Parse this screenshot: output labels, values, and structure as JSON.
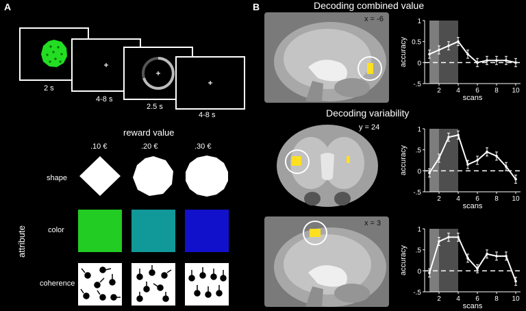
{
  "panel_a": {
    "letter": "A",
    "timeline": {
      "durations": [
        "2 s",
        "4-8 s",
        "2.5 s",
        "4-8 s"
      ]
    },
    "reward": {
      "title": "reward value",
      "columns": [
        ".10 €",
        ".20 €",
        ".30 €"
      ],
      "axis_label": "attribute",
      "rows": [
        "shape",
        "color",
        "coherence"
      ],
      "colors": [
        "#22cc22",
        "#119999",
        "#1111cc"
      ]
    }
  },
  "panel_b": {
    "letter": "B",
    "sections": [
      {
        "title": "Decoding combined value",
        "coord": "x = -6"
      },
      {
        "title": "Decoding variability",
        "coord": "y = 24"
      },
      {
        "title": "",
        "coord": "x = 3"
      }
    ]
  },
  "chart_data": [
    {
      "type": "line",
      "x": [
        1,
        2,
        3,
        4,
        5,
        6,
        7,
        8,
        9,
        10
      ],
      "series": [
        {
          "values": [
            0.2,
            0.3,
            0.4,
            0.5,
            0.2,
            0.0,
            0.05,
            0.05,
            0.05,
            0.0
          ]
        }
      ],
      "ylabel": "accuracy",
      "xlabel": "scans",
      "yticks": [
        "1",
        "0.5",
        "0",
        "-.5"
      ],
      "xticks": [
        "2",
        "4",
        "6",
        "8",
        "10"
      ],
      "ylim": [
        -0.5,
        1
      ],
      "xlim": [
        0.5,
        10.5
      ]
    },
    {
      "type": "line",
      "x": [
        1,
        2,
        3,
        4,
        5,
        6,
        7,
        8,
        9,
        10
      ],
      "series": [
        {
          "values": [
            -0.05,
            0.3,
            0.8,
            0.85,
            0.15,
            0.25,
            0.45,
            0.35,
            0.1,
            -0.2
          ]
        }
      ],
      "ylabel": "accuracy",
      "xlabel": "scans",
      "yticks": [
        "1",
        ".5",
        "0",
        "-.5"
      ],
      "xticks": [
        "2",
        "4",
        "6",
        "8",
        "10"
      ],
      "ylim": [
        -0.5,
        1
      ],
      "xlim": [
        0.5,
        10.5
      ]
    },
    {
      "type": "line",
      "x": [
        1,
        2,
        3,
        4,
        5,
        6,
        7,
        8,
        9,
        10
      ],
      "series": [
        {
          "values": [
            -0.05,
            0.7,
            0.8,
            0.8,
            0.3,
            0.05,
            0.4,
            0.35,
            0.35,
            -0.25
          ]
        }
      ],
      "ylabel": "accuracy",
      "xlabel": "scans",
      "yticks": [
        "1",
        ".5",
        "0",
        "-.5"
      ],
      "xticks": [
        "2",
        "4",
        "6",
        "8",
        "10"
      ],
      "ylim": [
        -0.5,
        1
      ],
      "xlim": [
        0.5,
        10.5
      ]
    }
  ]
}
